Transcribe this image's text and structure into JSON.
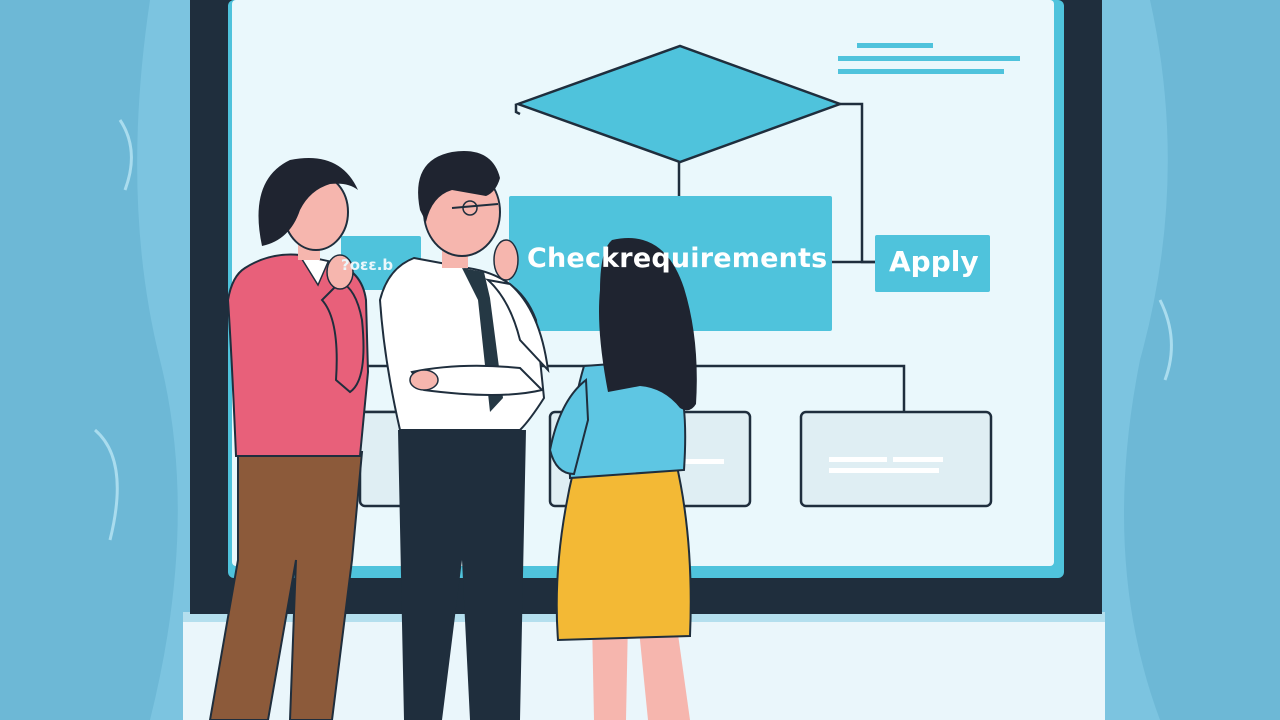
{
  "flowchart": {
    "main_node_label": "Checkrequirements",
    "apply_node_label": "Apply",
    "left_node_label": "?oεε.b"
  },
  "colors": {
    "background": "#7cc4e0",
    "monitor_frame": "#1f2e3d",
    "screen": "#eaf8fc",
    "node_fill": "#4fc3dc",
    "shirt_pink": "#e8607a",
    "skirt_yellow": "#f3b935",
    "shirt_blue": "#5ec6e3"
  }
}
